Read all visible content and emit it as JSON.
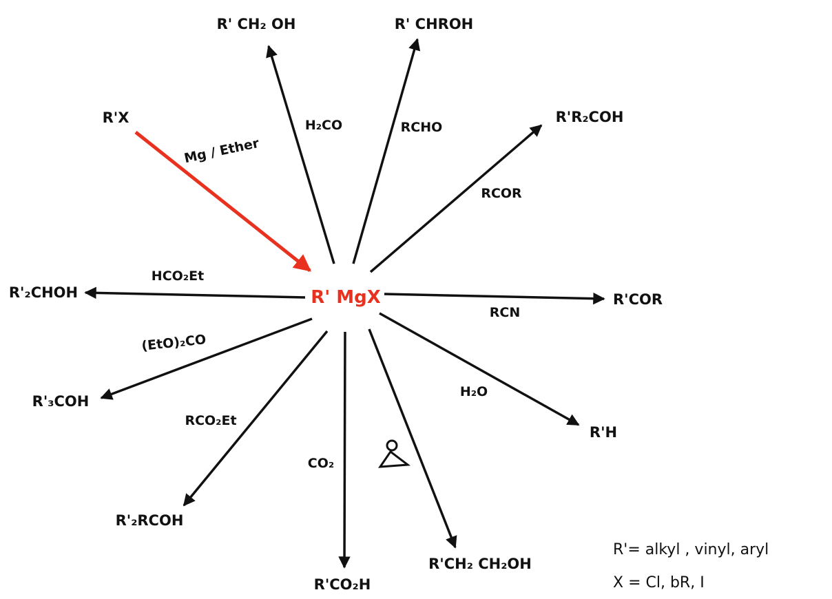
{
  "colors": {
    "ink": "#111111",
    "accent": "#e8321f"
  },
  "center": "R' MgX",
  "start": {
    "reactant": "R'X",
    "reagent": "Mg / Ether"
  },
  "products": {
    "primary_alcohol": "R' CH₂ OH",
    "secondary_alcohol": "R' CHROH",
    "tertiary_alcohol": "R'R₂COH",
    "ketone": "R'COR",
    "alkane": "R'H",
    "ethanol_ext": "R'CH₂ CH₂OH",
    "acid": "R'CO₂H",
    "tertiary_ester": "R'₂RCOH",
    "triaryl": "R'₃COH",
    "dialkyl": "R'₂CHOH"
  },
  "reagents": {
    "formaldehyde": "H₂CO",
    "aldehyde": "RCHO",
    "ketone": "RCOR",
    "nitrile": "RCN",
    "water": "H₂O",
    "epoxide": "epoxide-icon",
    "co2": "CO₂",
    "ester": "RCO₂Et",
    "carbonate": "(EtO)₂CO",
    "formate": "HCO₂Et"
  },
  "legend": {
    "r_line": "R'= alkyl , vinyl, aryl",
    "x_line": "X = Cl, bR, I"
  }
}
